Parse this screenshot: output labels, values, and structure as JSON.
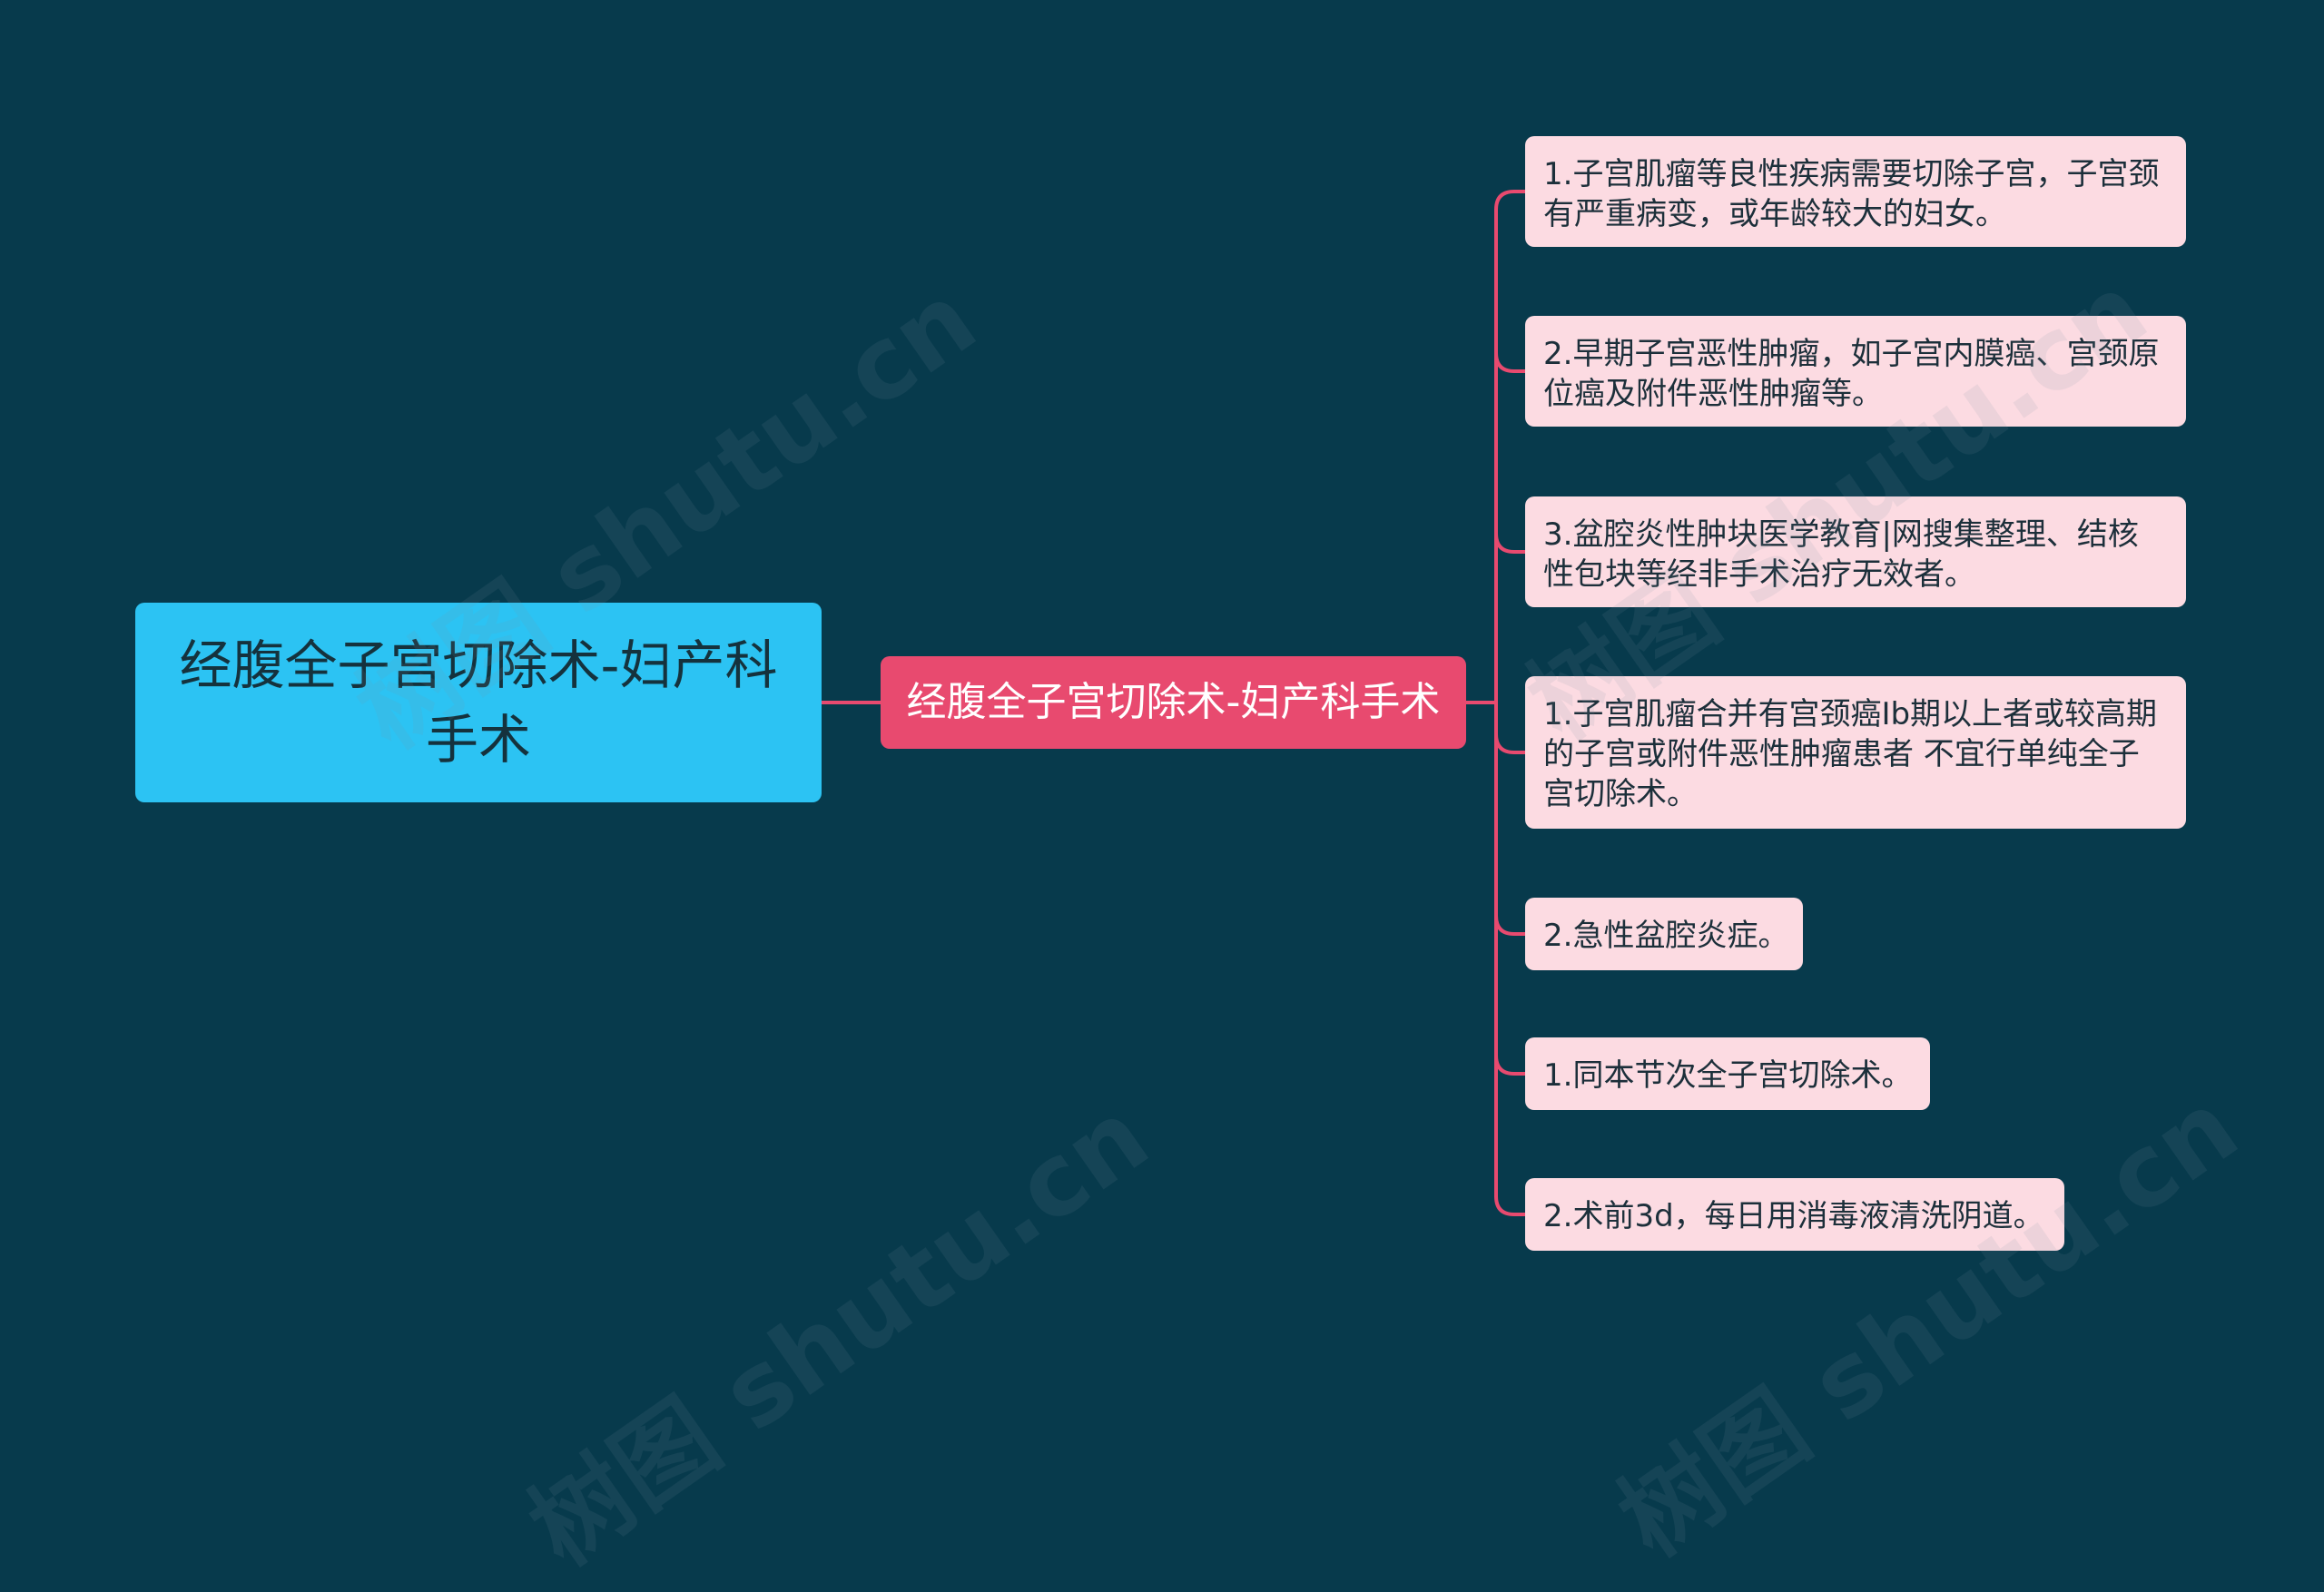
{
  "colors": {
    "background": "#073a4c",
    "root": "#2cc3f3",
    "middle": "#e84a6f",
    "leaf": "#fcdbe2",
    "connector": "#e84a6f"
  },
  "root": {
    "label": "经腹全子宫切除术-妇产科手术"
  },
  "middle": {
    "label": "经腹全子宫切除术-妇产科手术"
  },
  "leaves": [
    "1.子宫肌瘤等良性疾病需要切除子宫，子宫颈有严重病变，或年龄较大的妇女。",
    "2.早期子宫恶性肿瘤，如子宫内膜癌、宫颈原位癌及附件恶性肿瘤等。",
    "3.盆腔炎性肿块医学教育|网搜集整理、结核性包块等经非手术治疗无效者。",
    "1.子宫肌瘤合并有宫颈癌Ⅰb期以上者或较高期的子宫或附件恶性肿瘤患者 不宜行单纯全子宫切除术。",
    "2.急性盆腔炎症。",
    "1.同本节次全子宫切除术。",
    "2.术前3d，每日用消毒液清洗阴道。"
  ],
  "watermark": "树图 shutu.cn"
}
